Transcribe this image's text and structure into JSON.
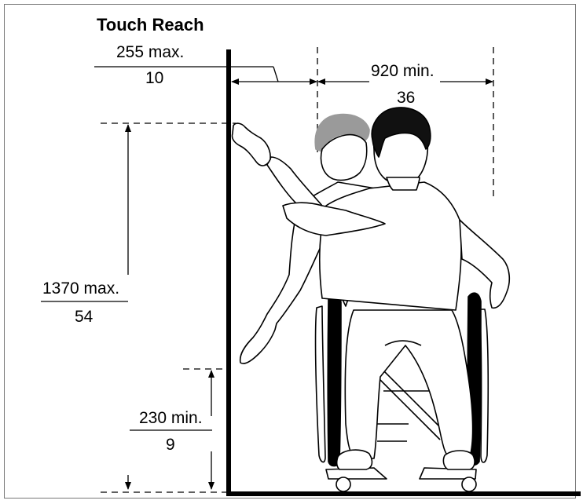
{
  "title": "Touch Reach",
  "dimensions": {
    "reach_depth": {
      "metric": "255 max.",
      "imperial": "10"
    },
    "clear_width": {
      "metric": "920 min.",
      "imperial": "36"
    },
    "reach_height": {
      "metric": "1370 max.",
      "imperial": "54"
    },
    "low_height": {
      "metric": "230 min.",
      "imperial": "9"
    }
  },
  "colors": {
    "line": "#000000",
    "background": "#ffffff",
    "standing_hair": "#9a9a9a",
    "seated_hair": "#111111"
  }
}
